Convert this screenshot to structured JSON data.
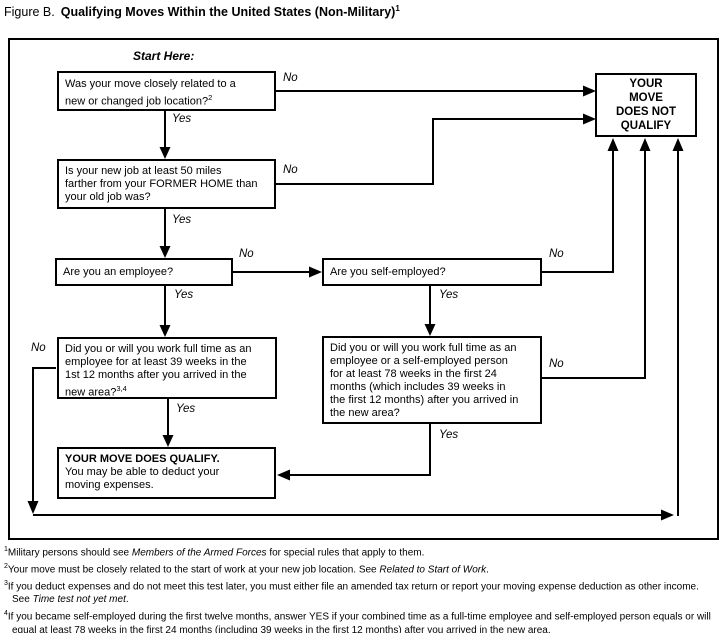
{
  "colors": {
    "ink": "#000000",
    "background": "#ffffff"
  },
  "title": {
    "prefix": "Figure B.",
    "main": "Qualifying Moves Within the United States (Non-Military)",
    "sup": "1"
  },
  "chart": {
    "start_label": "Start Here:",
    "labels": {
      "yes": "Yes",
      "no": "No"
    },
    "nodes": {
      "q1": {
        "text": "Was your move closely related to a\nnew or changed job location?",
        "sup": "2"
      },
      "q2": {
        "text": "Is your new job at least 50 miles\nfarther from your FORMER HOME than\nyour old job was?"
      },
      "q3": {
        "text": "Are you an employee?"
      },
      "q4": {
        "text": "Are you self-employed?"
      },
      "q5": {
        "text": "Did you or will you work full time as an\nemployee for at least 39 weeks in the\n1st 12 months after you arrived in the\nnew area?",
        "sup": "3,4"
      },
      "q6": {
        "text": "Did you or will you work full time as an\nemployee or a self-employed person\nfor at least 78 weeks in the first 24\nmonths (which includes 39 weeks in\nthe first 12 months) after you arrived in\nthe new area?"
      },
      "qualify": {
        "title": "YOUR MOVE DOES QUALIFY.",
        "text": "You may be able to deduct your\nmoving expenses."
      },
      "not_qualify": {
        "text": "YOUR\nMOVE\nDOES NOT\nQUALIFY"
      }
    }
  },
  "footnotes": {
    "fn1": {
      "num": "1",
      "before": "Military persons should see ",
      "italic": "Members of the Armed Forces",
      "after": " for special rules that apply to them."
    },
    "fn2": {
      "num": "2",
      "before": "Your move must be closely related to the start of work at your new job location. See ",
      "italic": "Related to Start of Work",
      "after": "."
    },
    "fn3": {
      "num": "3",
      "before": "If you deduct expenses and do not meet this test later, you must either file an amended tax return or report your moving expense deduction as other income.\nSee ",
      "italic": "Time test not yet met",
      "after": "."
    },
    "fn4": {
      "num": "4",
      "before": "If you became self-employed during the first twelve months, answer YES if your combined time as a full-time employee and self-employed person equals or will\nequal at least 78 weeks in the first 24 months (including 39 weeks in the first 12 months) after you arrived in the new area.",
      "italic": "",
      "after": ""
    }
  }
}
